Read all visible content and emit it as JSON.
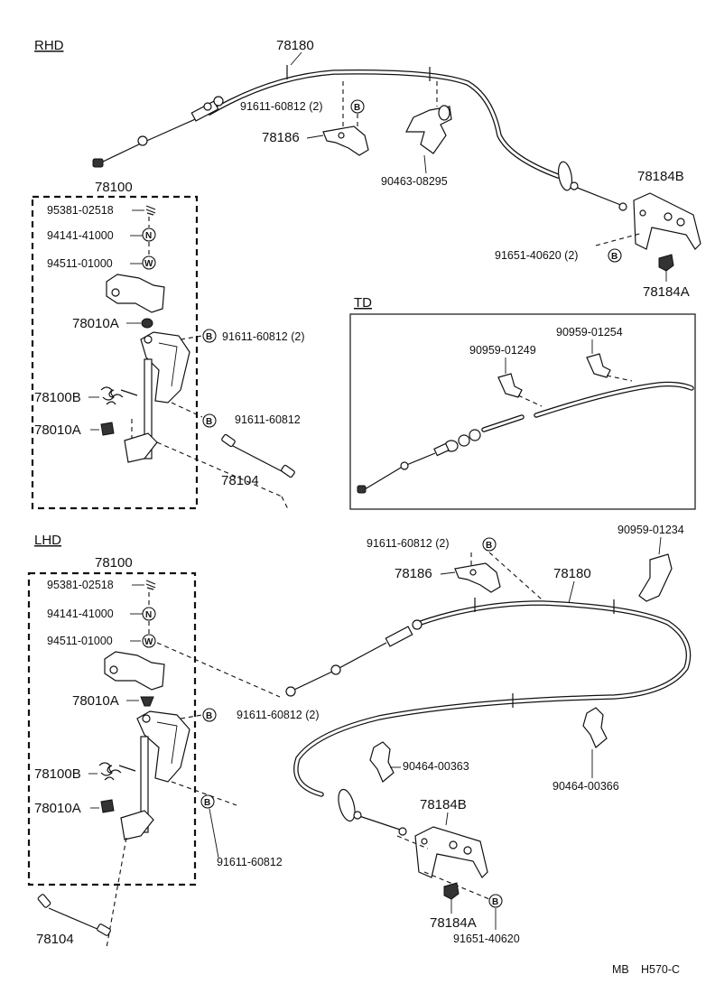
{
  "rhd": {
    "section_label": "RHD",
    "cable": "78180",
    "clip_bolt": "91611-60812 (2)",
    "clip_bolt_symbol": "B",
    "bracket": "78186",
    "clamp": "90463-08295",
    "bracket_b": "78184B",
    "bolt_b": "91651-40620 (2)",
    "bolt_b_symbol": "B",
    "bracket_a": "78184A",
    "assembly": "78100",
    "pin": "95381-02518",
    "nut": "94141-41000",
    "nut_symbol": "N",
    "washer": "94511-01000",
    "washer_symbol": "W",
    "bushing_upper": "78010A",
    "spring": "78100B",
    "bushing_lower": "78010A",
    "lever_bolt": "91611-60812 (2)",
    "lever_bolt_symbol": "B",
    "rod_bolt": "91611-60812",
    "rod_bolt_symbol": "B",
    "rod": "78104"
  },
  "td": {
    "section_label": "TD",
    "clip_left": "90959-01249",
    "clip_right": "90959-01254"
  },
  "lhd": {
    "section_label": "LHD",
    "assembly": "78100",
    "pin": "95381-02518",
    "nut": "94141-41000",
    "nut_symbol": "N",
    "washer": "94511-01000",
    "washer_symbol": "W",
    "bushing_upper": "78010A",
    "spring": "78100B",
    "bushing_lower": "78010A",
    "lever_bolt": "91611-60812 (2)",
    "lever_bolt_symbol": "B",
    "rod_bolt": "91611-60812",
    "rod_bolt_symbol": "B",
    "rod": "78104",
    "clip_bolt": "91611-60812 (2)",
    "clip_bolt_symbol": "B",
    "bracket": "78186",
    "cable": "78180",
    "clip_top": "90959-01234",
    "clamp_left": "90464-00363",
    "clamp_right": "90464-00366",
    "bracket_b": "78184B",
    "bracket_a": "78184A",
    "bolt_b": "91651-40620",
    "bolt_b_symbol": "B"
  },
  "footer": {
    "code_left": "MB",
    "code_right": "H570-C"
  }
}
